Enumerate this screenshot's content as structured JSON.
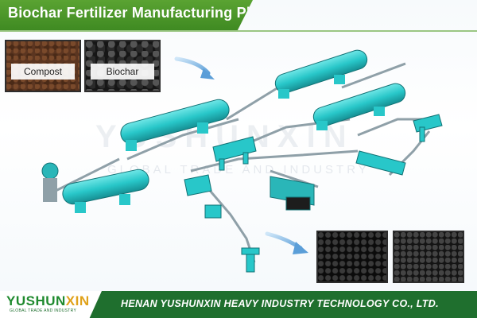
{
  "title": "Biochar Fertilizer Manufacturing Plan",
  "photos": {
    "compost_label": "Compost",
    "biochar_label": "Biochar"
  },
  "watermark": {
    "brand": "YUSHUNXIN",
    "tagline": "GLOBAL TRADE AND INDUSTRY"
  },
  "footer": {
    "logo_yushun": "YUSHUN",
    "logo_xin": "XIN",
    "logo_tagline": "GLOBAL TRADE AND INDUSTRY",
    "company": "HENAN YUSHUNXIN HEAVY INDUSTRY TECHNOLOGY CO., LTD."
  },
  "colors": {
    "brand_green": "#5aa332",
    "footer_green": "#1f6f2e",
    "machine_cyan": "#28c7c9",
    "machine_gray": "#8fa0a8"
  }
}
